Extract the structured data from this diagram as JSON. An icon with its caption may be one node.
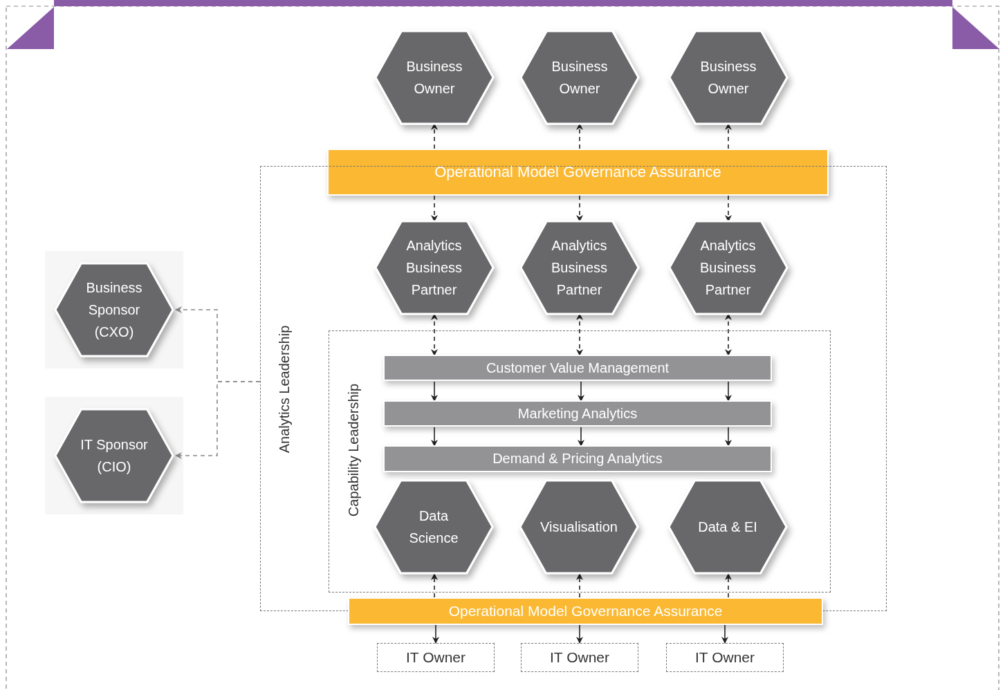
{
  "diagram": {
    "nodes": [
      {
        "text": [
          "Business Owner"
        ]
      },
      {
        "text": [
          "Business Owner"
        ]
      },
      {
        "text": [
          "Business Owner"
        ]
      },
      {
        "text": [
          "Operational Model Governance Assurance"
        ]
      },
      {
        "text": [
          "Analytics Leadership"
        ]
      },
      {
        "text": [
          "Analytics Business Partner"
        ],
        "in": 4
      },
      {
        "text": [
          "Analytics Business Partner"
        ],
        "in": 4
      },
      {
        "text": [
          "Analytics Business Partner"
        ],
        "in": 4
      },
      {
        "text": [
          "Capability Leadership"
        ],
        "in": 4
      },
      {
        "text": [
          "Customer Value Management"
        ],
        "in": 8
      },
      {
        "text": [
          "Marketing Analytics"
        ],
        "in": 8
      },
      {
        "text": [
          "Demand & Pricing Analytics"
        ],
        "in": 8
      },
      {
        "text": [
          "Data Science"
        ],
        "in": 8
      },
      {
        "text": [
          "Visualisation"
        ],
        "in": 8
      },
      {
        "text": [
          "Data & EI"
        ],
        "in": 8
      },
      {
        "text": [
          "Operational Model Governance Assurance"
        ]
      },
      {
        "text": [
          "IT Owner"
        ]
      },
      {
        "text": [
          "IT Owner"
        ]
      },
      {
        "text": [
          "IT Owner"
        ]
      },
      {
        "text": [
          "Business Sponsor (CXO)"
        ]
      },
      {
        "text": [
          "IT Sponsor (CIO)"
        ]
      }
    ],
    "edges": [
      {
        "from": 3,
        "to": 0,
        "arrow": "to",
        "style": "dashed"
      },
      {
        "from": 3,
        "to": 1,
        "arrow": "to",
        "style": "dashed"
      },
      {
        "from": 3,
        "to": 2,
        "arrow": "to",
        "style": "dashed"
      },
      {
        "from": 3,
        "to": 5,
        "arrow": "to",
        "style": "dashed"
      },
      {
        "from": 3,
        "to": 6,
        "arrow": "to",
        "style": "dashed"
      },
      {
        "from": 3,
        "to": 7,
        "arrow": "to",
        "style": "dashed"
      },
      {
        "from": 5,
        "to": 9,
        "arrow": "both",
        "style": "dashed"
      },
      {
        "from": 6,
        "to": 9,
        "arrow": "both",
        "style": "dashed"
      },
      {
        "from": 7,
        "to": 9,
        "arrow": "both",
        "style": "dashed"
      },
      {
        "from": 9,
        "to": 10,
        "arrow": "to"
      },
      {
        "from": 9,
        "to": 10,
        "arrow": "to"
      },
      {
        "from": 9,
        "to": 10,
        "arrow": "to"
      },
      {
        "from": 10,
        "to": 11,
        "arrow": "to"
      },
      {
        "from": 10,
        "to": 11,
        "arrow": "to"
      },
      {
        "from": 10,
        "to": 11,
        "arrow": "to"
      },
      {
        "from": 15,
        "to": 12,
        "arrow": "to",
        "style": "dashed"
      },
      {
        "from": 15,
        "to": 13,
        "arrow": "to",
        "style": "dashed"
      },
      {
        "from": 15,
        "to": 14,
        "arrow": "to",
        "style": "dashed"
      },
      {
        "from": 15,
        "to": 16,
        "arrow": "to"
      },
      {
        "from": 15,
        "to": 17,
        "arrow": "to"
      },
      {
        "from": 15,
        "to": 18,
        "arrow": "to"
      },
      {
        "from": 4,
        "to": 19,
        "arrow": "to",
        "style": "dashed",
        "color": "#888888"
      },
      {
        "from": 4,
        "to": 20,
        "arrow": "to",
        "style": "dashed",
        "color": "#888888"
      }
    ]
  }
}
